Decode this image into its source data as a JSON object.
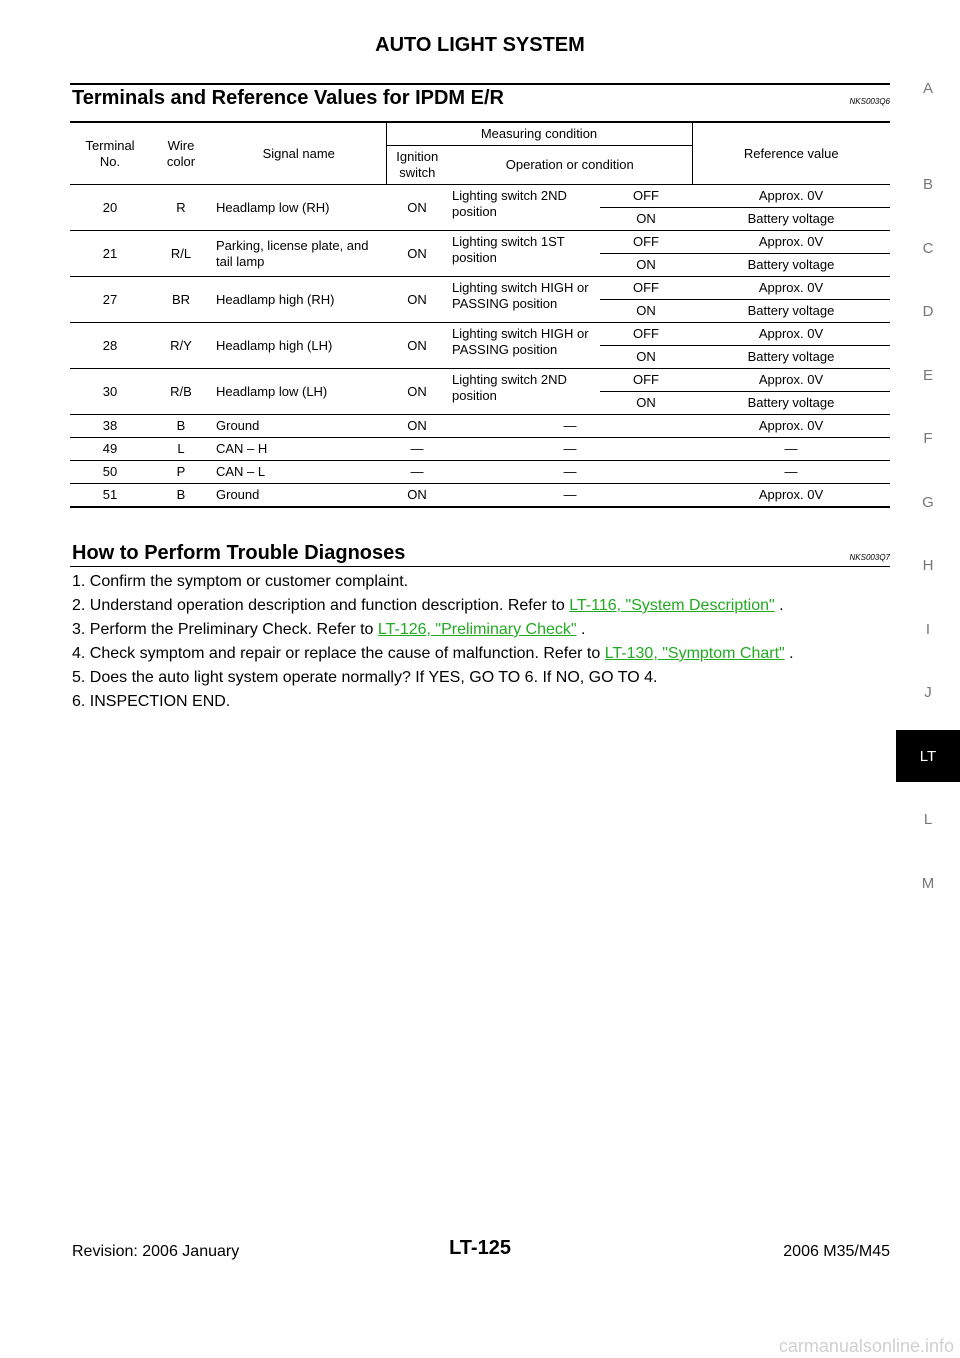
{
  "header": {
    "title": "AUTO LIGHT SYSTEM"
  },
  "section1": {
    "title": "Terminals and Reference Values for IPDM E/R",
    "code": "NKS003Q6"
  },
  "table": {
    "headers": {
      "terminal_no": "Terminal No.",
      "wire_color": "Wire color",
      "signal_name": "Signal name",
      "measuring_condition": "Measuring condition",
      "ignition_switch": "Ignition switch",
      "operation": "Operation or condition",
      "reference_value": "Reference value"
    },
    "rows": [
      {
        "terminal": "20",
        "wire": "R",
        "signal": "Headlamp low (RH)",
        "ignition": "ON",
        "operation": "Lighting switch 2ND position",
        "subs": [
          {
            "state": "OFF",
            "value": "Approx. 0V"
          },
          {
            "state": "ON",
            "value": "Battery voltage"
          }
        ]
      },
      {
        "terminal": "21",
        "wire": "R/L",
        "signal": "Parking, license plate, and tail lamp",
        "ignition": "ON",
        "operation": "Lighting switch 1ST position",
        "subs": [
          {
            "state": "OFF",
            "value": "Approx. 0V"
          },
          {
            "state": "ON",
            "value": "Battery voltage"
          }
        ]
      },
      {
        "terminal": "27",
        "wire": "BR",
        "signal": "Headlamp high (RH)",
        "ignition": "ON",
        "operation": "Lighting switch HIGH or PASSING position",
        "subs": [
          {
            "state": "OFF",
            "value": "Approx. 0V"
          },
          {
            "state": "ON",
            "value": "Battery voltage"
          }
        ]
      },
      {
        "terminal": "28",
        "wire": "R/Y",
        "signal": "Headlamp high (LH)",
        "ignition": "ON",
        "operation": "Lighting switch HIGH or PASSING position",
        "subs": [
          {
            "state": "OFF",
            "value": "Approx. 0V"
          },
          {
            "state": "ON",
            "value": "Battery voltage"
          }
        ]
      },
      {
        "terminal": "30",
        "wire": "R/B",
        "signal": "Headlamp low (LH)",
        "ignition": "ON",
        "operation": "Lighting switch 2ND position",
        "subs": [
          {
            "state": "OFF",
            "value": "Approx. 0V"
          },
          {
            "state": "ON",
            "value": "Battery voltage"
          }
        ]
      }
    ],
    "simple_rows": [
      {
        "terminal": "38",
        "wire": "B",
        "signal": "Ground",
        "ignition": "ON",
        "operation": "—",
        "value": "Approx. 0V"
      },
      {
        "terminal": "49",
        "wire": "L",
        "signal": "CAN – H",
        "ignition": "—",
        "operation": "—",
        "value": "—"
      },
      {
        "terminal": "50",
        "wire": "P",
        "signal": "CAN – L",
        "ignition": "—",
        "operation": "—",
        "value": "—"
      },
      {
        "terminal": "51",
        "wire": "B",
        "signal": "Ground",
        "ignition": "ON",
        "operation": "—",
        "value": "Approx. 0V"
      }
    ]
  },
  "section2": {
    "title": "How to Perform Trouble Diagnoses",
    "code": "NKS003Q7"
  },
  "steps": [
    {
      "text": "1. Confirm the symptom or customer complaint.",
      "link": "",
      "after": ""
    },
    {
      "text": "2. Understand operation description and function description. Refer to ",
      "link": "LT-116, \"System Description\"",
      "after": " ."
    },
    {
      "text": "3. Perform the Preliminary Check. Refer to ",
      "link": "LT-126, \"Preliminary Check\"",
      "after": " ."
    },
    {
      "text": "4. Check symptom and repair or replace the cause of malfunction. Refer to ",
      "link": "LT-130, \"Symptom Chart\"",
      "after": " ."
    },
    {
      "text": "5. Does the auto light system operate normally? If YES, GO TO 6. If NO, GO TO 4.",
      "link": "",
      "after": ""
    },
    {
      "text": "6. INSPECTION END.",
      "link": "",
      "after": ""
    }
  ],
  "side_index": {
    "letters": [
      "A",
      "B",
      "C",
      "D",
      "E",
      "F",
      "G",
      "H",
      "I",
      "J",
      "LT",
      "L",
      "M"
    ],
    "active": "LT"
  },
  "footer": {
    "revision": "Revision: 2006 January",
    "page": "LT-125",
    "model": "2006 M35/M45"
  },
  "watermark": "carmanualsonline.info",
  "colors": {
    "link": "#22aa22",
    "tab_active_bg": "#000000",
    "index_letter": "#777777"
  }
}
